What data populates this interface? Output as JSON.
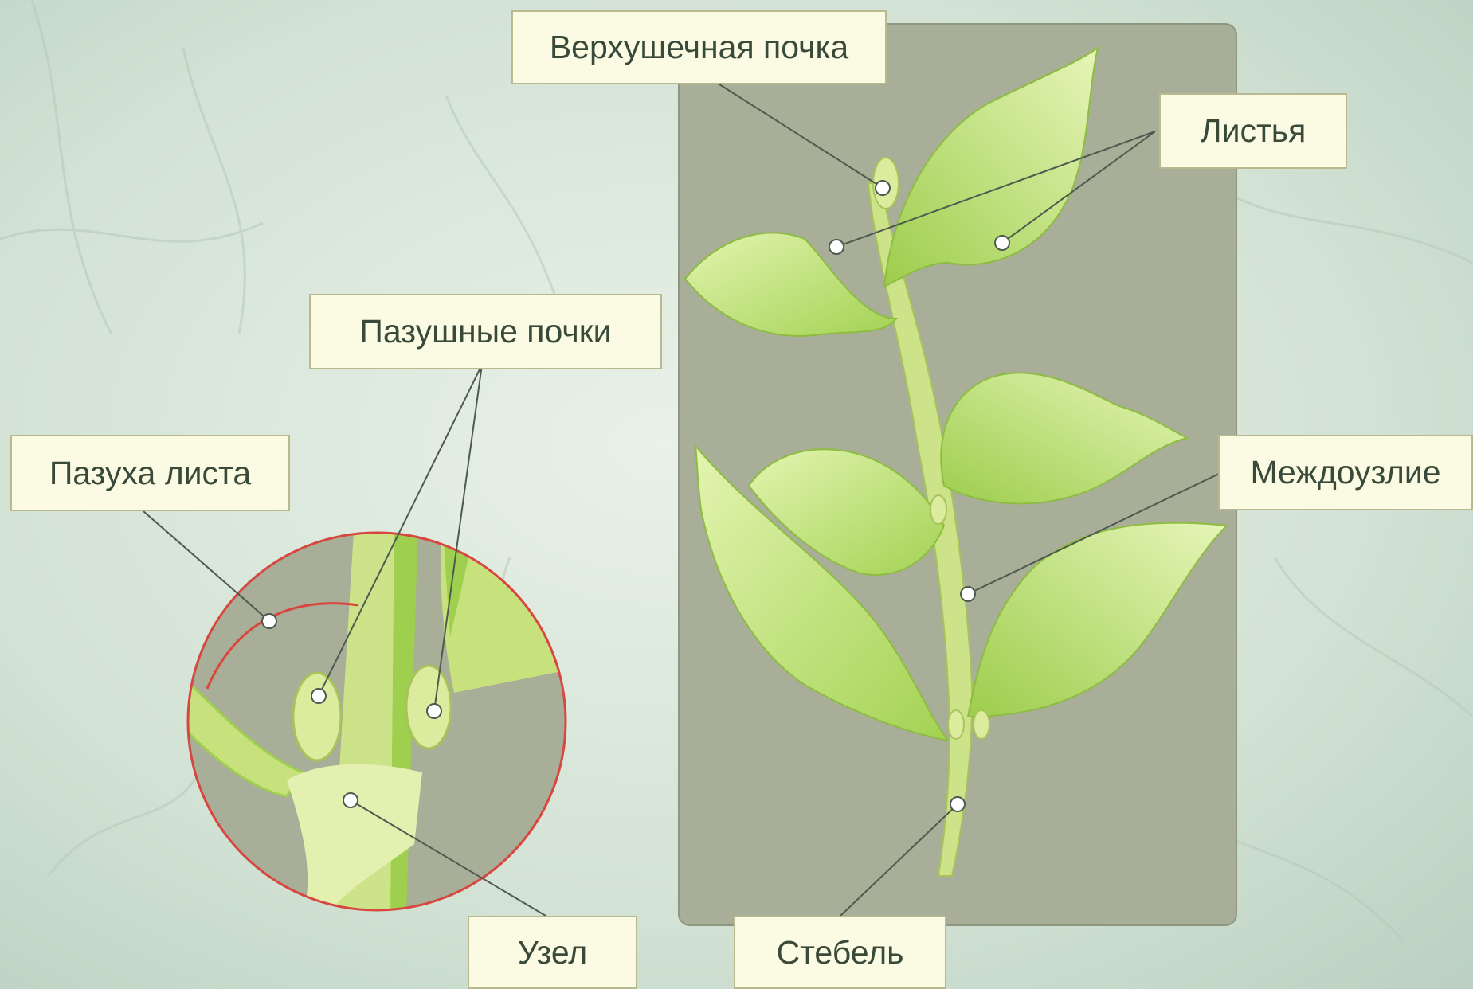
{
  "labels": {
    "apical_bud": "Верхушечная почка",
    "leaves": "Листья",
    "axillary_buds": "Пазушные почки",
    "leaf_axil": "Пазуха листа",
    "internode": "Междоузлие",
    "node": "Узел",
    "stem": "Стебель"
  },
  "colors": {
    "background": "#d4e2d6",
    "panel": "#a8ae97",
    "leaf_light": "#d8ef9a",
    "leaf_dark": "#9fcf4e",
    "stem": "#cde38a",
    "label_fill": "#fbfbe3",
    "label_border": "#b9b98f",
    "leader_line": "#4d5a50",
    "magnifier_ring": "#d8473f"
  }
}
